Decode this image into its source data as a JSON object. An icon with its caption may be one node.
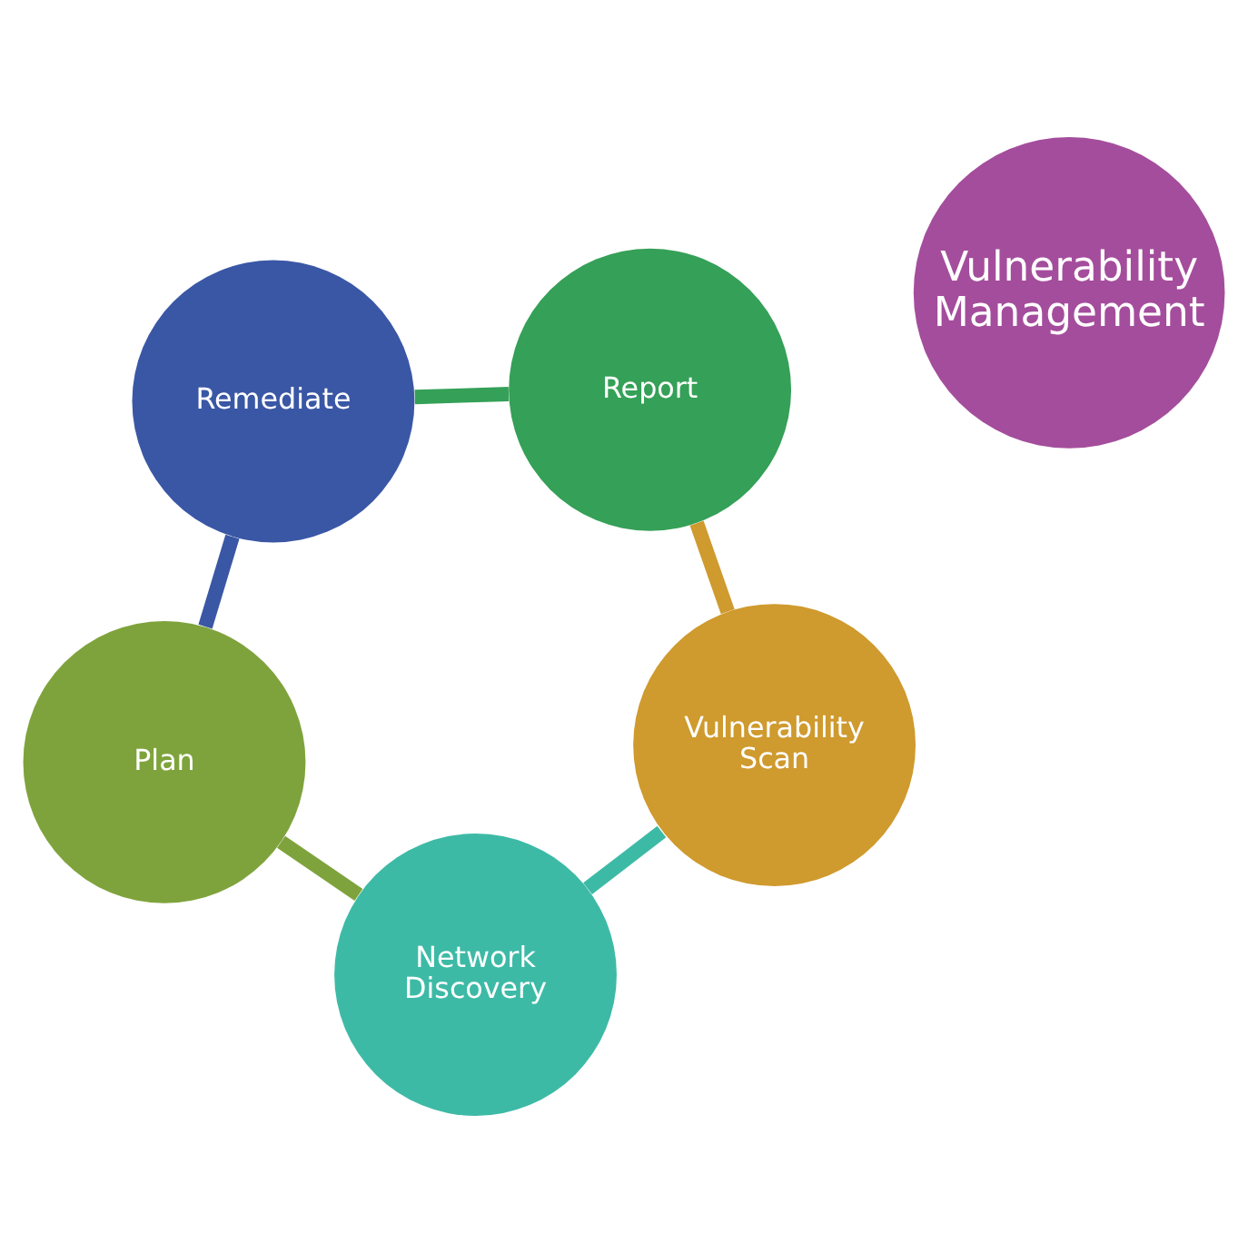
{
  "diagram": {
    "nodes": [
      {
        "text": [
          "Plan"
        ]
      },
      {
        "text": [
          "Remediate"
        ]
      },
      {
        "text": [
          "Vulnerability Management"
        ]
      },
      {
        "text": [
          "Network Discovery"
        ]
      },
      {
        "text": [
          "Report"
        ]
      },
      {
        "text": [
          "Vulnerability Scan"
        ]
      }
    ],
    "edges": [
      {
        "from": 0,
        "to": 3,
        "arrow": "none",
        "color": "#7fa33c"
      },
      {
        "from": 3,
        "to": 5,
        "arrow": "none",
        "color": "#3dbaa6"
      },
      {
        "from": 5,
        "to": 4,
        "arrow": "none",
        "color": "#cf9a2e"
      },
      {
        "from": 4,
        "to": 1,
        "arrow": "none",
        "color": "#35a057"
      },
      {
        "from": 1,
        "to": 0,
        "arrow": "none",
        "color": "#3a57a5"
      }
    ]
  }
}
